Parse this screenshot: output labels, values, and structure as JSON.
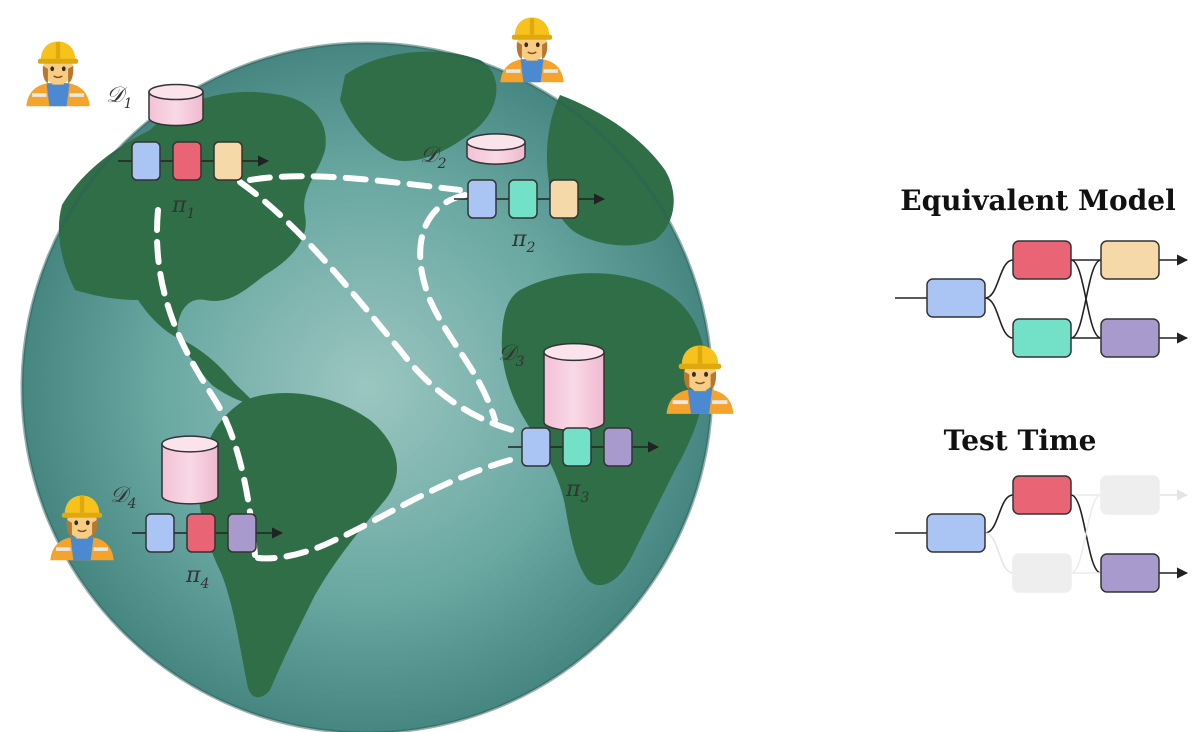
{
  "headings": {
    "equivalent_model": "Equivalent Model",
    "test_time": "Test Time"
  },
  "colors": {
    "blue": "#aac4f4",
    "red": "#e96474",
    "peach": "#f6d9a8",
    "teal": "#73e0c8",
    "purple": "#a99acd",
    "disabled": "#eeeeee",
    "database": "#f7cdde",
    "ocean": "#5a9b96",
    "land": "#2f6e46"
  },
  "icons": {
    "worker": "construction-worker-icon",
    "database": "database-cylinder-icon",
    "globe": "globe-map"
  },
  "sites": [
    {
      "id": "site-1",
      "dataset": "𝒟",
      "dataset_sub": "1",
      "policy": "π",
      "policy_sub": "1",
      "modules": [
        "blue",
        "red",
        "peach"
      ]
    },
    {
      "id": "site-2",
      "dataset": "𝒟",
      "dataset_sub": "2",
      "policy": "π",
      "policy_sub": "2",
      "modules": [
        "blue",
        "teal",
        "peach"
      ]
    },
    {
      "id": "site-3",
      "dataset": "𝒟",
      "dataset_sub": "3",
      "policy": "π",
      "policy_sub": "3",
      "modules": [
        "blue",
        "teal",
        "purple"
      ]
    },
    {
      "id": "site-4",
      "dataset": "𝒟",
      "dataset_sub": "4",
      "policy": "π",
      "policy_sub": "4",
      "modules": [
        "blue",
        "red",
        "purple"
      ]
    }
  ],
  "equivalent_model": {
    "input": "blue",
    "middle": [
      "red",
      "teal"
    ],
    "outputs": [
      "peach",
      "purple"
    ]
  },
  "test_time": {
    "input": "blue",
    "middle": [
      "red",
      "disabled"
    ],
    "outputs": [
      "disabled",
      "purple"
    ]
  }
}
